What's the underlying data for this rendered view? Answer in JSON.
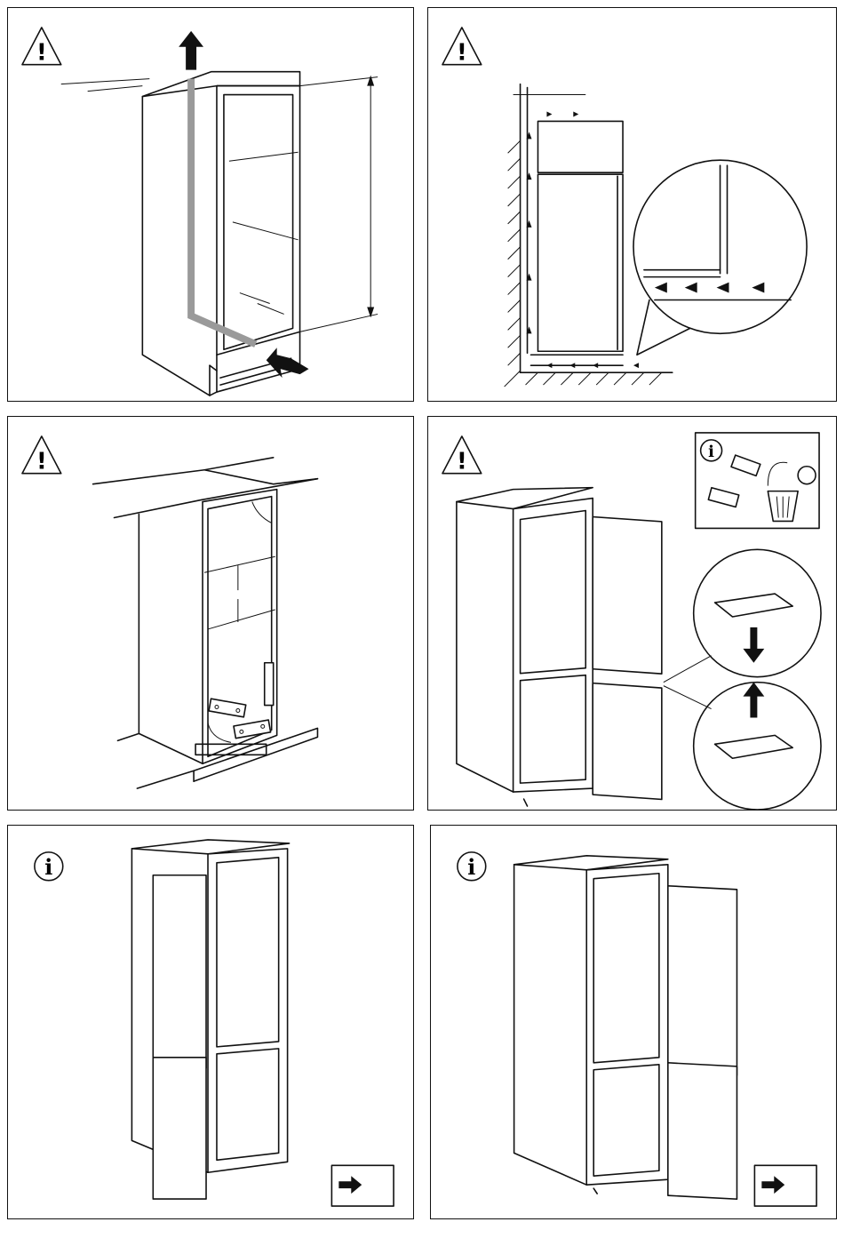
{
  "panels": [
    {
      "id": "p1",
      "icon": "warning-icon"
    },
    {
      "id": "p2",
      "icon": "warning-icon"
    },
    {
      "id": "p3",
      "icon": "warning-icon"
    },
    {
      "id": "p4",
      "icon": "warning-icon",
      "inset_icon": "info-icon"
    },
    {
      "id": "p5",
      "icon": "info-icon",
      "footer_icon": "book-arrow-icon"
    },
    {
      "id": "p6",
      "icon": "info-icon",
      "footer_icon": "book-arrow-icon"
    }
  ],
  "icons": {
    "warning_glyph": "!",
    "info_glyph": "i"
  }
}
